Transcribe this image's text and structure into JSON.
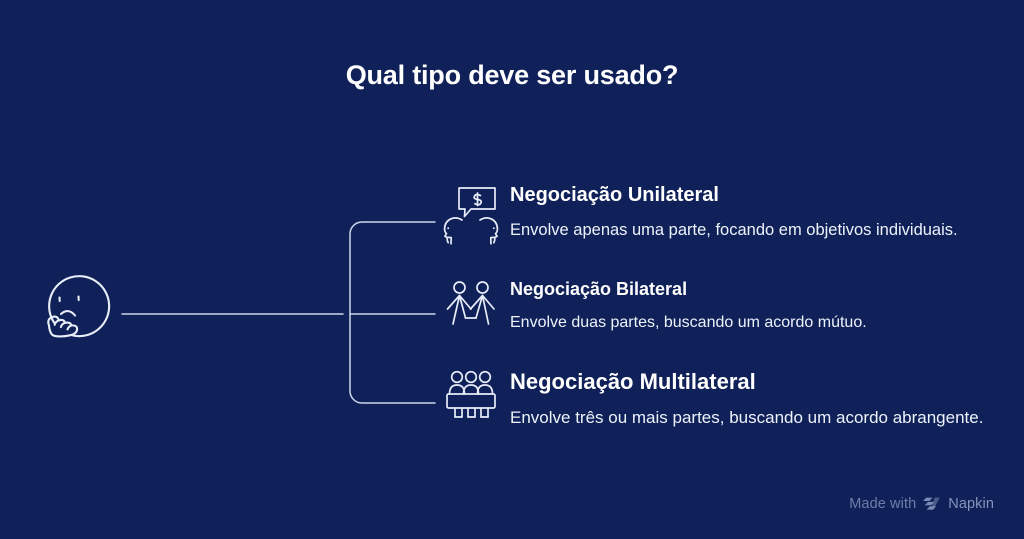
{
  "theme": {
    "background": "#0f2158",
    "text_primary": "#ffffff",
    "text_secondary": "#eef2fb",
    "line": "#cdd6ec",
    "watermark": "#6e7ea8"
  },
  "header": {
    "title": "Qual tipo deve ser usado?"
  },
  "root": {
    "icon": "thinking-face-icon"
  },
  "branches": [
    {
      "icon": "two-heads-speech-bubble-dollar-icon",
      "heading": "Negociação Unilateral",
      "description": "Envolve apenas uma parte, focando em objetivos individuais."
    },
    {
      "icon": "two-people-linked-arms-icon",
      "heading": "Negociação Bilateral",
      "description": "Envolve duas partes, buscando um acordo mútuo."
    },
    {
      "icon": "three-people-at-table-icon",
      "heading": "Negociação Multilateral",
      "description": "Envolve três ou mais partes, buscando um acordo abrangente."
    }
  ],
  "watermark": {
    "made_with": "Made with",
    "brand": "Napkin",
    "logo_icon": "napkin-logo-icon"
  }
}
